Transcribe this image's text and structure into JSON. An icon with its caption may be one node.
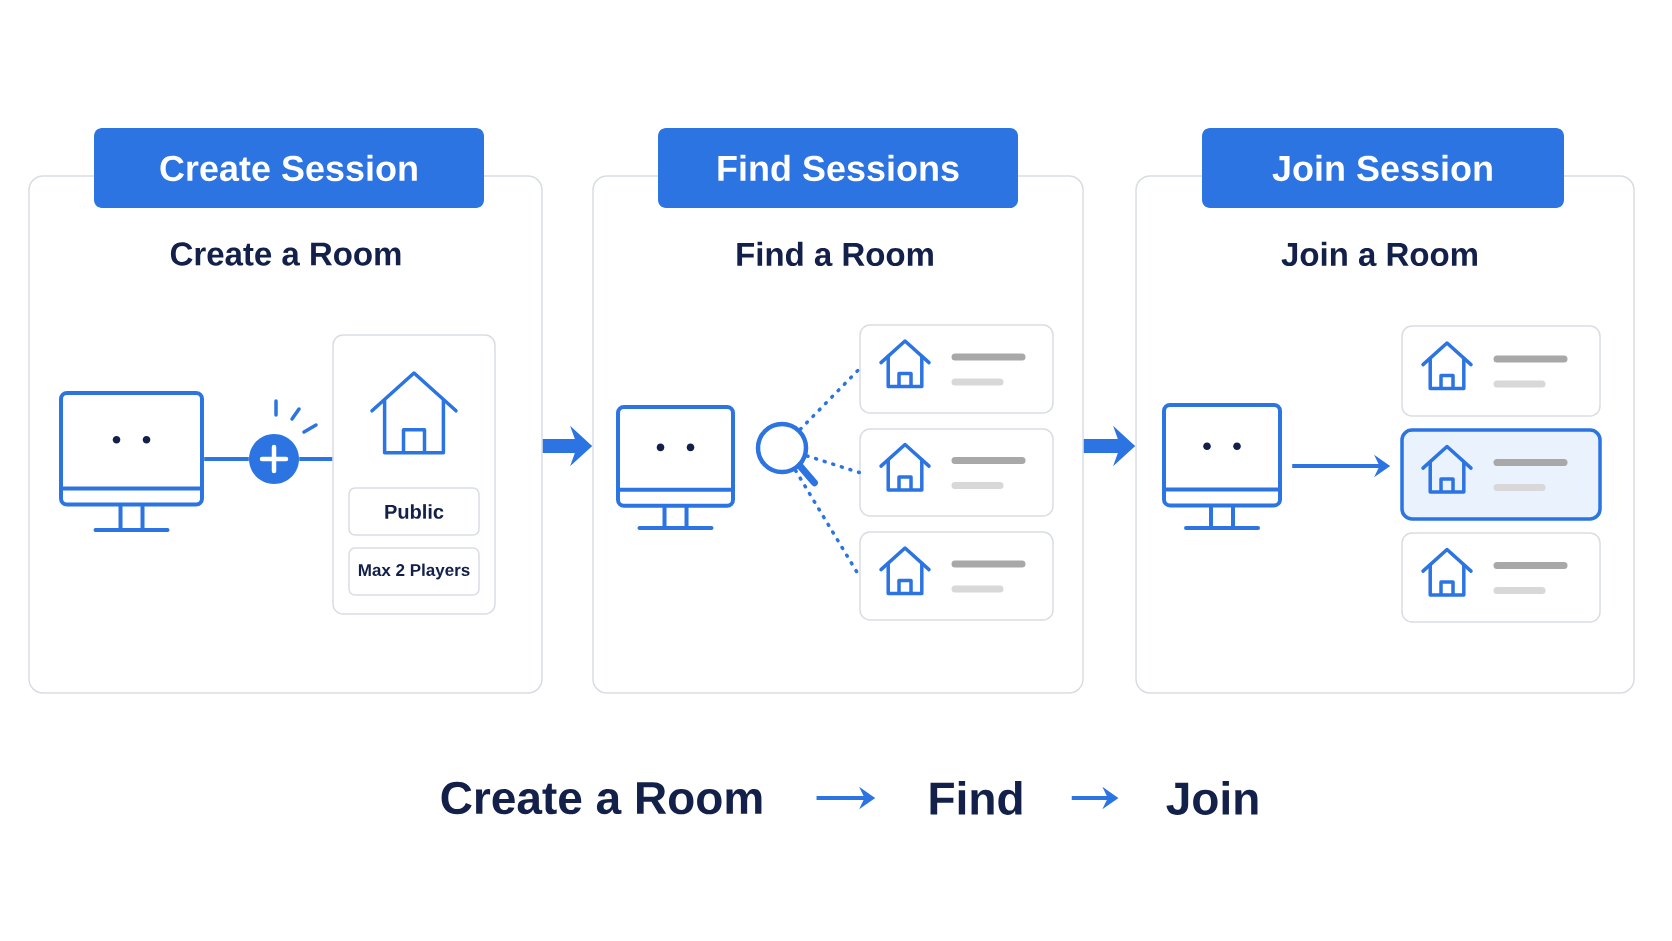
{
  "diagram": {
    "nodes": [
      {
        "text": [
          "Create Session",
          "Create a Room"
        ]
      },
      {
        "text": [],
        "shape": "computer",
        "in": 0
      },
      {
        "text": [],
        "shape": "circle",
        "in": 0
      },
      {
        "text": [],
        "shape": "box",
        "in": 0
      },
      {
        "text": [
          "Public"
        ],
        "in": 3
      },
      {
        "text": [
          "Max 2 Players"
        ],
        "in": 3
      },
      {
        "text": [
          "Find Sessions",
          "Find a Room"
        ]
      },
      {
        "text": [],
        "shape": "computer",
        "in": 6
      },
      {
        "text": [],
        "shape": "magnifier",
        "in": 6
      },
      {
        "text": [],
        "shape": "box",
        "in": 6
      },
      {
        "text": [],
        "shape": "box",
        "in": 6
      },
      {
        "text": [],
        "shape": "box",
        "in": 6
      },
      {
        "text": [
          "Join Session",
          "Join a Room"
        ]
      },
      {
        "text": [],
        "shape": "computer",
        "in": 12
      },
      {
        "text": [],
        "shape": "box",
        "in": 12
      },
      {
        "text": [],
        "shape": "box",
        "in": 12
      },
      {
        "text": [],
        "shape": "box",
        "in": 12
      },
      {
        "text": [
          "Create a Room"
        ]
      },
      {
        "text": [
          "Find"
        ]
      },
      {
        "text": [
          "Join"
        ]
      }
    ],
    "edges": [
      {
        "from": 1,
        "to": 2,
        "arrow": "none"
      },
      {
        "from": 2,
        "to": 3,
        "arrow": "none"
      },
      {
        "from": 0,
        "to": 6,
        "arrow": "to",
        "style": "thick"
      },
      {
        "from": 8,
        "to": 9,
        "arrow": "none",
        "style": "dashed"
      },
      {
        "from": 8,
        "to": 10,
        "arrow": "none",
        "style": "dashed"
      },
      {
        "from": 8,
        "to": 11,
        "arrow": "none",
        "style": "dashed"
      },
      {
        "from": 6,
        "to": 12,
        "arrow": "to",
        "style": "thick"
      },
      {
        "from": 13,
        "to": 15,
        "arrow": "to"
      },
      {
        "from": 17,
        "to": 18,
        "arrow": "to"
      },
      {
        "from": 18,
        "to": 19,
        "arrow": "to"
      }
    ]
  }
}
